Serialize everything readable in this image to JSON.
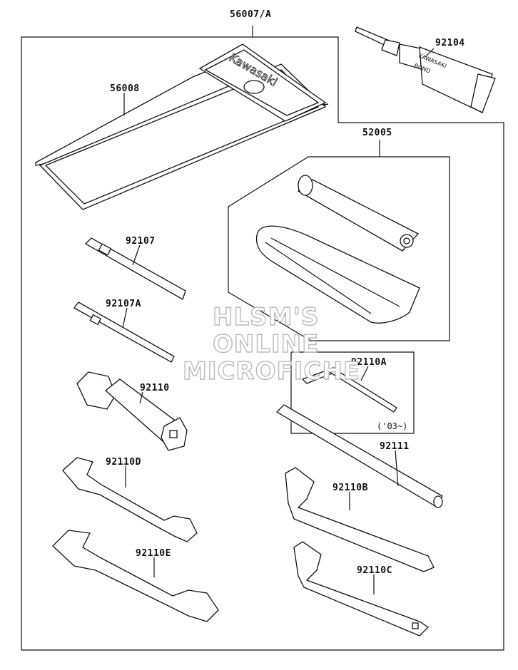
{
  "labels": {
    "assembly": "56007/A",
    "bond": "92104",
    "pouch": "56008",
    "kit": "52005",
    "screwdriver": "92107",
    "screwdriver_a": "92107A",
    "box_wrench": "92110",
    "hex_key": "92110A",
    "hex_key_note": "('03~)",
    "handle_bar": "92111",
    "wrench_d": "92110D",
    "wrench_e": "92110E",
    "hook_b": "92110B",
    "hook_c": "92110C"
  },
  "brand": {
    "pouch_text": "Kawasaki",
    "tube_line1": "KAWASAKI",
    "tube_line2": "BOND"
  },
  "watermark": {
    "line1": "HLSM'S",
    "line2": "ONLINE",
    "line3": "MICROFICHE"
  }
}
